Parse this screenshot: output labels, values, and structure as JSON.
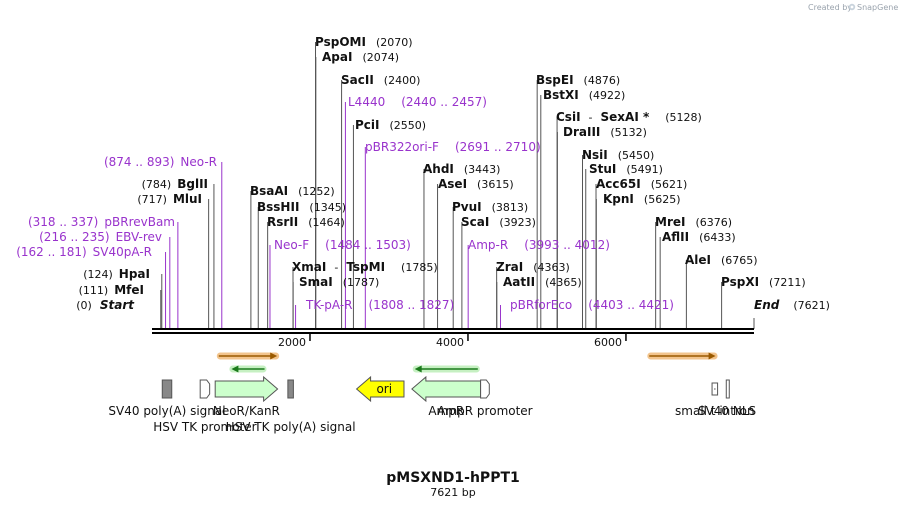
{
  "credit": {
    "prefix": "Created by",
    "brand": "SnapGene"
  },
  "plasmid": {
    "name": "pMSXND1-hPPT1",
    "size_label": "7621 bp",
    "length": 7621
  },
  "ruler": {
    "ticks": [
      {
        "pos": 2000,
        "label": "2000"
      },
      {
        "pos": 4000,
        "label": "4000"
      },
      {
        "pos": 6000,
        "label": "6000"
      }
    ]
  },
  "ends": [
    {
      "pos": 0,
      "name": "Start",
      "pos_label": "(0)"
    },
    {
      "pos": 7621,
      "name": "End",
      "pos_label": "(7621)"
    }
  ],
  "enzymes": [
    {
      "name": "MfeI",
      "pos_label": "(111)",
      "pos": 111
    },
    {
      "name": "HpaI",
      "pos_label": "(124)",
      "pos": 124
    },
    {
      "name": "MluI",
      "pos_label": "(717)",
      "pos": 717
    },
    {
      "name": "BglII",
      "pos_label": "(784)",
      "pos": 784
    },
    {
      "name": "BsaAI",
      "pos_label": "(1252)",
      "pos": 1252
    },
    {
      "name": "BssHII",
      "pos_label": "(1345)",
      "pos": 1345
    },
    {
      "name": "RsrII",
      "pos_label": "(1464)",
      "pos": 1464
    },
    {
      "name": "XmaI",
      "pos": 1785
    },
    {
      "name": "TspMI",
      "pos_label": "(1785)",
      "pos": 1785
    },
    {
      "name": "SmaI",
      "pos_label": "(1787)",
      "pos": 1787
    },
    {
      "name": "PspOMI",
      "pos_label": "(2070)",
      "pos": 2070
    },
    {
      "name": "ApaI",
      "pos_label": "(2074)",
      "pos": 2074
    },
    {
      "name": "SacII",
      "pos_label": "(2400)",
      "pos": 2400
    },
    {
      "name": "PciI",
      "pos_label": "(2550)",
      "pos": 2550
    },
    {
      "name": "AhdI",
      "pos_label": "(3443)",
      "pos": 3443
    },
    {
      "name": "AseI",
      "pos_label": "(3615)",
      "pos": 3615
    },
    {
      "name": "PvuI",
      "pos_label": "(3813)",
      "pos": 3813
    },
    {
      "name": "ScaI",
      "pos_label": "(3923)",
      "pos": 3923
    },
    {
      "name": "ZraI",
      "pos_label": "(4363)",
      "pos": 4363
    },
    {
      "name": "AatII",
      "pos_label": "(4365)",
      "pos": 4365
    },
    {
      "name": "BspEI",
      "pos_label": "(4876)",
      "pos": 4876
    },
    {
      "name": "BstXI",
      "pos_label": "(4922)",
      "pos": 4922
    },
    {
      "name": "CsiI",
      "pos": 5128
    },
    {
      "name": "SexAI *",
      "pos_label": "(5128)",
      "pos": 5128
    },
    {
      "name": "DraIII",
      "pos_label": "(5132)",
      "pos": 5132
    },
    {
      "name": "NsiI",
      "pos_label": "(5450)",
      "pos": 5450
    },
    {
      "name": "StuI",
      "pos_label": "(5491)",
      "pos": 5491
    },
    {
      "name": "Acc65I",
      "pos_label": "(5621)",
      "pos": 5621
    },
    {
      "name": "KpnI",
      "pos_label": "(5625)",
      "pos": 5625
    },
    {
      "name": "MreI",
      "pos_label": "(6376)",
      "pos": 6376
    },
    {
      "name": "AflII",
      "pos_label": "(6433)",
      "pos": 6433
    },
    {
      "name": "AleI",
      "pos_label": "(6765)",
      "pos": 6765
    },
    {
      "name": "PspXI",
      "pos_label": "(7211)",
      "pos": 7211
    }
  ],
  "primers": [
    {
      "name": "SV40pA-R",
      "range_label": "(162 .. 181)",
      "start": 162,
      "end": 181
    },
    {
      "name": "EBV-rev",
      "range_label": "(216 .. 235)",
      "start": 216,
      "end": 235
    },
    {
      "name": "pBRrevBam",
      "range_label": "(318 .. 337)",
      "start": 318,
      "end": 337
    },
    {
      "name": "Neo-R",
      "range_label": "(874 .. 893)",
      "start": 874,
      "end": 893
    },
    {
      "name": "Neo-F",
      "range_label": "(1484 .. 1503)",
      "start": 1484,
      "end": 1503
    },
    {
      "name": "TK-pA-R",
      "range_label": "(1808 .. 1827)",
      "start": 1808,
      "end": 1827
    },
    {
      "name": "L4440",
      "range_label": "(2440 .. 2457)",
      "start": 2440,
      "end": 2457
    },
    {
      "name": "pBR322ori-F",
      "range_label": "(2691 .. 2710)",
      "start": 2691,
      "end": 2710
    },
    {
      "name": "Amp-R",
      "range_label": "(3993 .. 4012)",
      "start": 3993,
      "end": 4012
    },
    {
      "name": "pBRforEco",
      "range_label": "(4403 .. 4421)",
      "start": 4403,
      "end": 4421
    }
  ],
  "orfs": [
    {
      "start": 820,
      "end": 1610,
      "direction": "forward"
    },
    {
      "start": 980,
      "end": 1450,
      "direction": "reverse"
    },
    {
      "start": 3300,
      "end": 4150,
      "direction": "reverse"
    },
    {
      "start": 6270,
      "end": 7160,
      "direction": "forward"
    }
  ],
  "features": [
    {
      "name": "SV40 poly(A) signal",
      "start": 130,
      "end": 250,
      "shape": "box",
      "color": "#888888",
      "label_row": 1
    },
    {
      "name": "HSV TK promoter",
      "start": 610,
      "end": 730,
      "shape": "promoter",
      "color": "#ffffff",
      "label_row": 2
    },
    {
      "name": "NeoR/KanR",
      "start": 800,
      "end": 1590,
      "shape": "arrow-right",
      "color": "#ccffcc",
      "label_row": 1
    },
    {
      "name": "HSV TK poly(A) signal",
      "start": 1720,
      "end": 1790,
      "shape": "box",
      "color": "#888888",
      "label_row": 2
    },
    {
      "name": "ori",
      "start": 2590,
      "end": 3190,
      "shape": "arrow-left",
      "color": "#ffff00",
      "label_row": 0
    },
    {
      "name": "AmpR",
      "start": 3290,
      "end": 4160,
      "shape": "arrow-left",
      "color": "#ccffcc",
      "label_row": 1
    },
    {
      "name": "AmpR promoter",
      "start": 4160,
      "end": 4270,
      "shape": "promoter",
      "color": "#ffffff",
      "label_row": 1
    },
    {
      "name": "small t intron",
      "start": 7090,
      "end": 7160,
      "shape": "intron",
      "color": "#ffffff",
      "label_row": 1
    },
    {
      "name": "SV40 NLS",
      "start": 7270,
      "end": 7290,
      "shape": "box",
      "color": "#ffffff",
      "label_row": 1
    }
  ]
}
